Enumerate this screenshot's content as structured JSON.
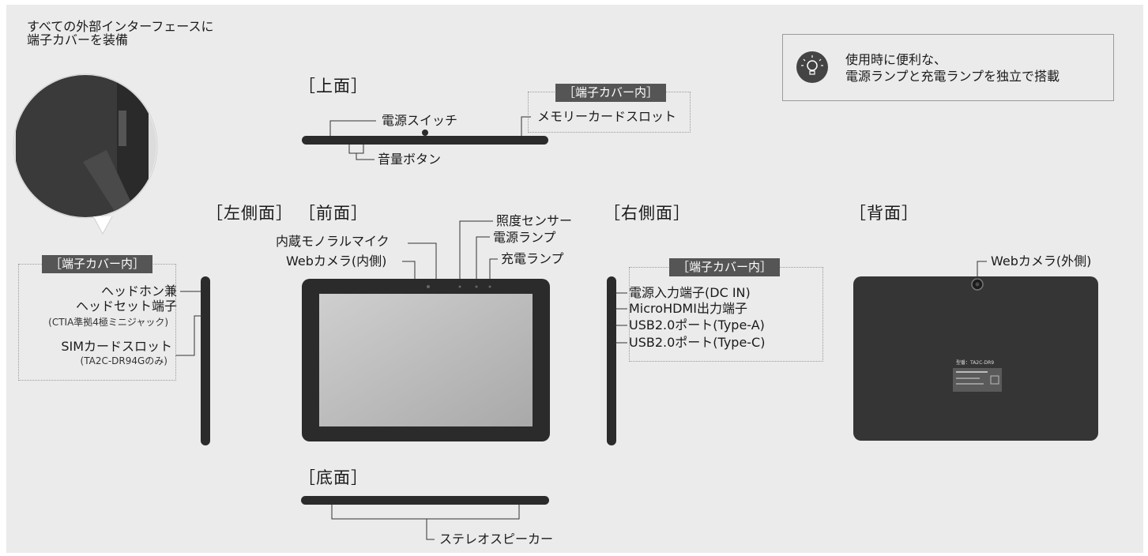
{
  "intro": {
    "line1": "すべての外部インターフェースに",
    "line2": "端子カバーを装備"
  },
  "feature_box": {
    "line1": "使用時に便利な、",
    "line2": "電源ランプと充電ランプを独立で搭載"
  },
  "sections": {
    "top": "［上面］",
    "left": "［左側面］",
    "front": "［前面］",
    "right": "［右側面］",
    "back": "［背面］",
    "bottom": "［底面］"
  },
  "cover_tag": "［端子カバー内］",
  "top_side": {
    "power_switch": "電源スイッチ",
    "volume_button": "音量ボタン",
    "memory_card_slot": "メモリーカードスロット"
  },
  "left_side": {
    "headphone1": "ヘッドホン兼",
    "headphone2": "ヘッドセット端子",
    "headphone_note": "(CTIA準拠4極ミニジャック)",
    "sim": "SIMカードスロット",
    "sim_note": "(TA2C-DR94Gのみ)"
  },
  "front_side": {
    "light_sensor": "照度センサー",
    "mic": "内蔵モノラルマイク",
    "power_lamp": "電源ランプ",
    "webcam_in": "Webカメラ(内側)",
    "charge_lamp": "充電ランプ"
  },
  "right_side": {
    "dc_in": "電源入力端子(DC IN)",
    "hdmi": "MicroHDMI出力端子",
    "usb_a": "USB2.0ポート(Type-A)",
    "usb_c": "USB2.0ポート(Type-C)"
  },
  "back_side": {
    "webcam_out": "Webカメラ(外側)",
    "label_text": "型番：TA2C-DR9"
  },
  "bottom_side": {
    "speaker": "ステレオスピーカー"
  },
  "colors": {
    "background": "#ebebeb",
    "device": "#2b2b2b",
    "screen": "#bdbdbd",
    "tag": "#555555"
  }
}
